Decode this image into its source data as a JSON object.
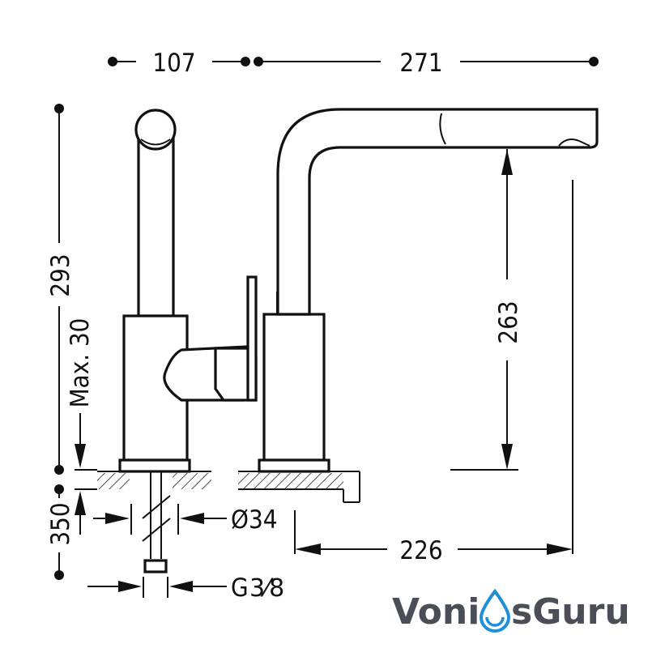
{
  "dimensions": {
    "top_left_width": "107",
    "top_right_reach": "271",
    "total_height": "293",
    "max_thickness": "Max. 30",
    "hose_length": "350",
    "hole_diameter": "Ø34",
    "spout_height": "263",
    "spout_clearance": "226",
    "thread_prefix": "G",
    "thread_fraction": "3⁄8"
  },
  "logo": {
    "part1": "Voni",
    "part2": "sGuru",
    "text_color": "#4a4f57",
    "drop_color": "#1f8fd8"
  },
  "colors": {
    "line": "#111111",
    "background": "#ffffff"
  }
}
